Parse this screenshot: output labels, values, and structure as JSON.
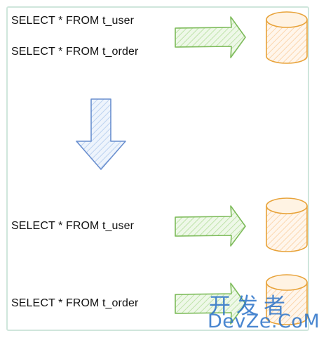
{
  "queries": {
    "top_user": "SELECT * FROM t_user",
    "top_order": "SELECT * FROM t_order",
    "bottom_user": "SELECT * FROM t_user",
    "bottom_order": "SELECT * FROM t_order"
  },
  "watermark": {
    "chinese": "开发者",
    "latin": "DevZe.CoM"
  },
  "colors": {
    "frame": "#cfe6dc",
    "arrow_green_stroke": "#7dbb5a",
    "arrow_green_fill": "#d9efcd",
    "arrow_blue_stroke": "#6a8fcf",
    "arrow_blue_fill": "#d6e4f6",
    "db_stroke": "#e8a33a",
    "db_fill": "#fde3c6",
    "watermark": "#2a72c8"
  },
  "icons": [
    "right-arrow-icon",
    "down-arrow-icon",
    "database-icon"
  ]
}
